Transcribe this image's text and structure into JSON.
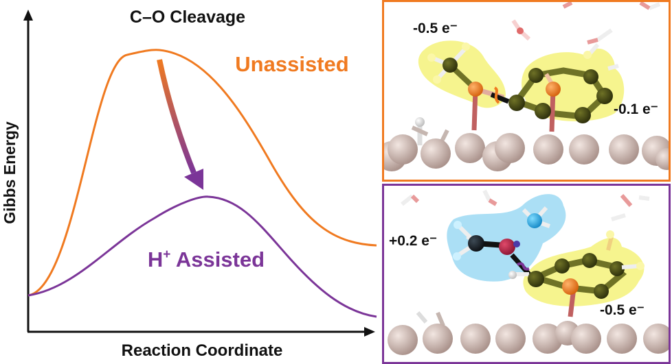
{
  "title": "C–O Cleavage",
  "x_axis_label": "Reaction Coordinate",
  "y_axis_label": "Gibbs Energy",
  "unassisted_label": "Unassisted",
  "assisted_label_main": "H",
  "assisted_label_sup": "+",
  "assisted_label_rest": " Assisted",
  "colors": {
    "unassisted": "#f07a20",
    "assisted": "#7b3598",
    "charge_yellow": "#f3f068",
    "charge_blue": "#66c4ec",
    "surface_atom": "#cdb8b0",
    "oxygen": "#d9211f",
    "carbon_dark": "#3f4212",
    "phosphorus": "#f07a20",
    "hydrogen": "#f4f4f4"
  },
  "top_panel": {
    "charge_left": "-0.5 e⁻",
    "charge_right": "-0.1 e⁻"
  },
  "bottom_panel": {
    "charge_left": "+0.2 e⁻",
    "charge_right": "-0.5 e⁻"
  }
}
